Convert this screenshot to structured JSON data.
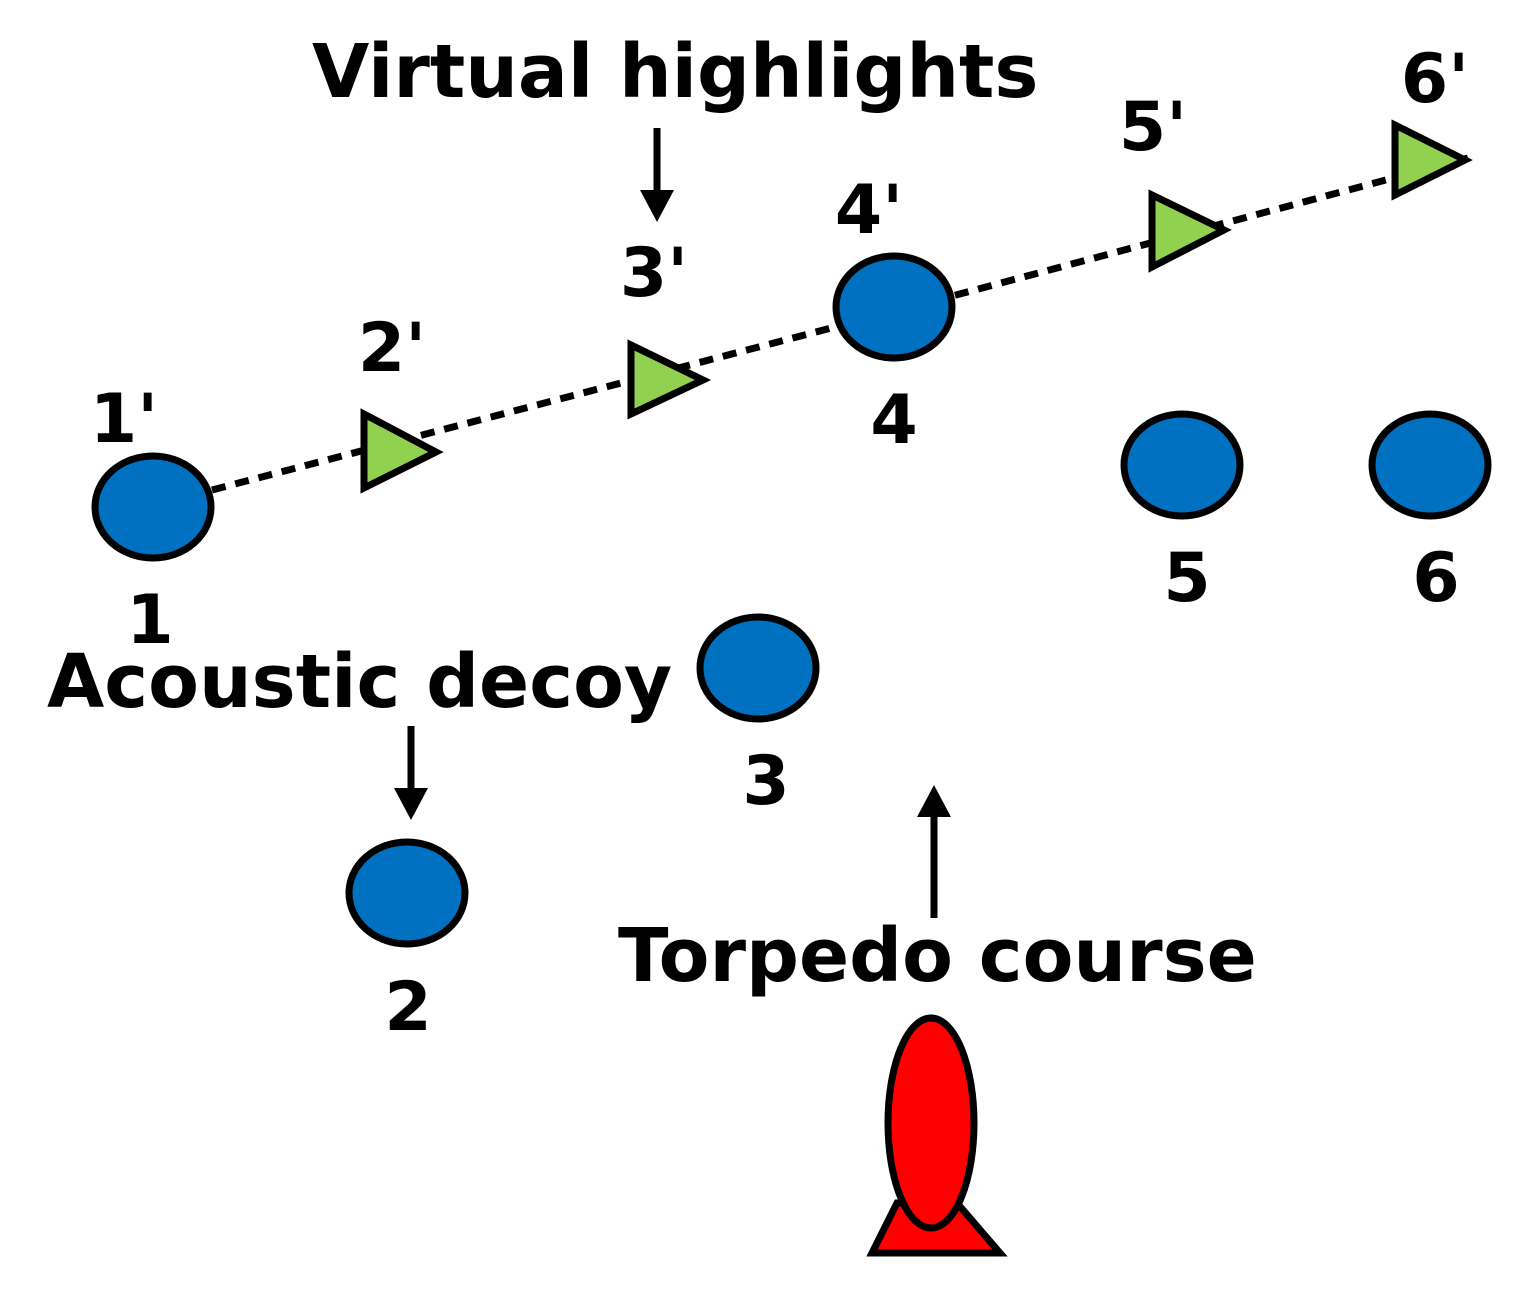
{
  "labels": {
    "virtual_highlights": "Virtual highlights",
    "acoustic_decoy": "Acoustic decoy",
    "torpedo_course": "Torpedo course"
  },
  "decoys": [
    "1",
    "2",
    "3",
    "4",
    "5",
    "6"
  ],
  "highlights": [
    "1'",
    "2'",
    "3'",
    "4'",
    "5'",
    "6'"
  ],
  "colors": {
    "decoy": "#0070c0",
    "highlight": "#92d050",
    "torpedo": "#ff0000",
    "outline": "#000000"
  },
  "icons": {
    "decoy": "blue-ellipse",
    "highlight": "green-triangle",
    "torpedo": "red-torpedo"
  }
}
